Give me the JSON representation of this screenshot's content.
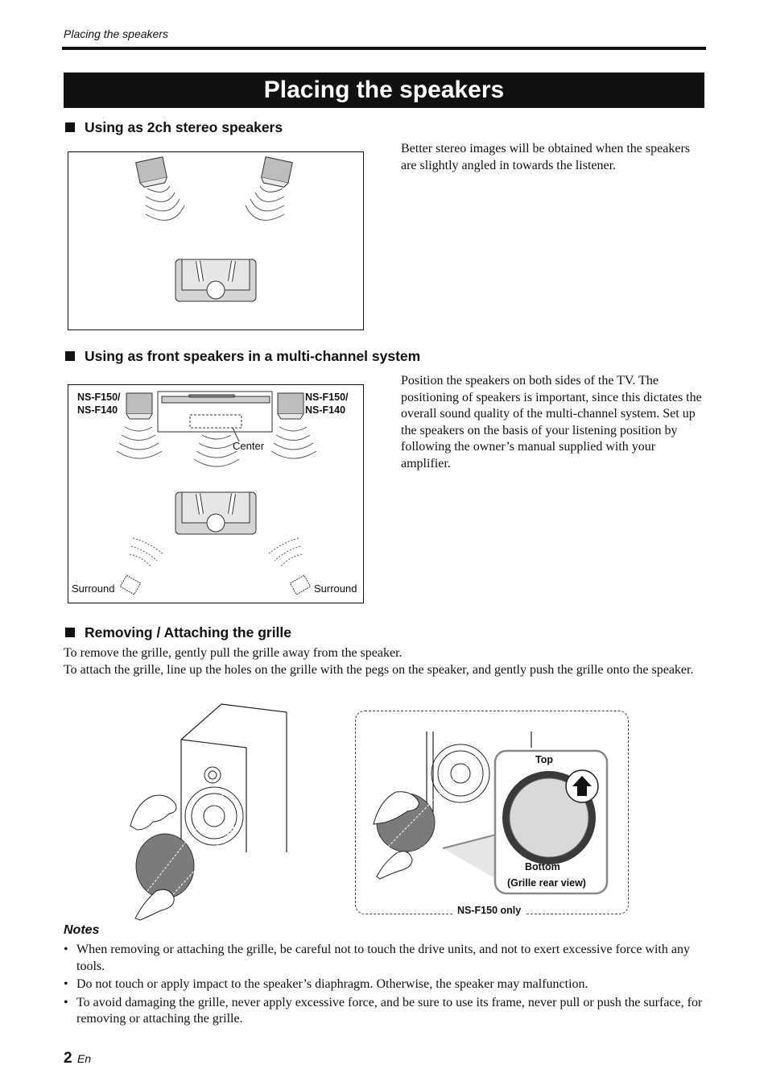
{
  "header": {
    "running_title": "Placing the speakers",
    "title": "Placing the speakers"
  },
  "section1": {
    "heading": "Using as 2ch stereo speakers",
    "text": "Better stereo images will be obtained when the speakers are slightly angled in towards the listener."
  },
  "section2": {
    "heading": "Using as front speakers in a multi-channel system",
    "text": "Position the speakers on both sides of the TV. The positioning of speakers is important, since this dictates the overall sound quality of the multi-channel system. Set up the speakers on the basis of your listening position by following the owner’s manual supplied with your amplifier.",
    "labels": {
      "left_model_1": "NS-F150/",
      "left_model_2": "NS-F140",
      "right_model_1": "NS-F150/",
      "right_model_2": "NS-F140",
      "center": "Center",
      "surround_left": "Surround",
      "surround_right": "Surround"
    }
  },
  "section3": {
    "heading": "Removing / Attaching the grille",
    "text1": "To remove the grille, gently pull the grille away from the speaker.",
    "text2": "To attach the grille, line up the holes on the grille with the pegs on the speaker, and gently push the grille onto the speaker.",
    "labels": {
      "top": "Top",
      "bottom": "Bottom",
      "rear_view": "(Grille rear view)",
      "model_only": "NS-F150 only"
    }
  },
  "notes": {
    "title": "Notes",
    "items": [
      "When removing or attaching the grille, be careful not to touch the drive units, and not to exert excessive force with any tools.",
      "Do not touch or apply impact to the speaker’s diaphragm. Otherwise, the speaker may malfunction.",
      "To avoid damaging the grille, never apply excessive force, and be sure to use its frame, never pull or push the surface, for removing or attaching the grille."
    ]
  },
  "footer": {
    "page_number": "2",
    "language": "En"
  }
}
